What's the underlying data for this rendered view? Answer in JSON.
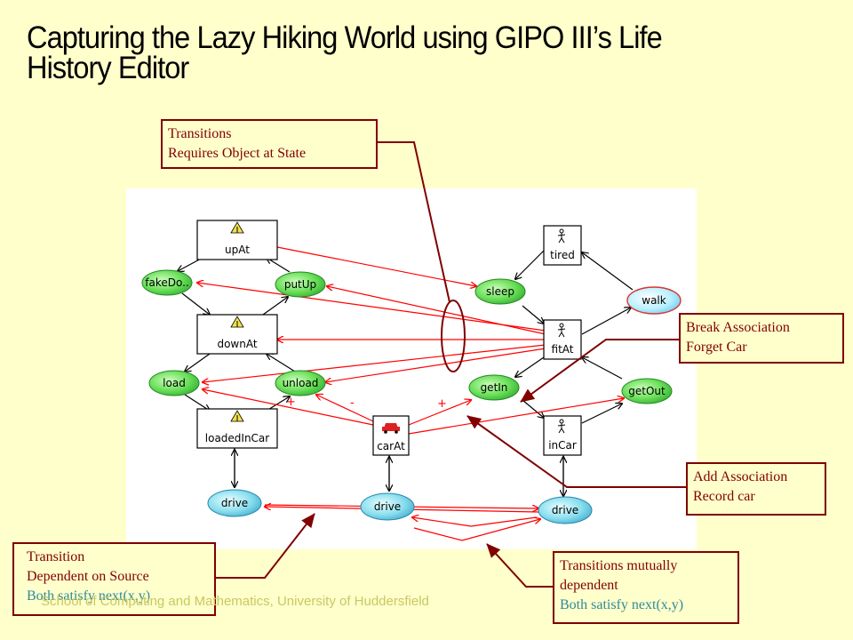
{
  "title": {
    "line1": "Capturing the Lazy Hiking World using GIPO III’s Life",
    "line2": "History Editor"
  },
  "footer": "School of Computing and Mathematics, University of Huddersfield",
  "callouts": {
    "transitions": [
      "Transitions",
      "Requires Object at State"
    ],
    "break": [
      "Break Association",
      "Forget Car"
    ],
    "add": [
      "Add Association",
      "Record car"
    ],
    "transition": [
      "Transition",
      "Dependent on Source",
      "Both satisfy next(x,y)"
    ],
    "mutual": [
      "Transitions mutually",
      "dependent",
      "Both satisfy next(x,y)"
    ]
  },
  "states": {
    "upAt": "upAt",
    "downAt": "downAt",
    "loadedInCar": "loadedInCar",
    "carAt": "carAt",
    "tired": "tired",
    "fitAt": "fitAt",
    "inCar": "inCar"
  },
  "transitions": {
    "fakeDo": "fakeDo..",
    "putUp": "putUp",
    "load": "load",
    "unload": "unload",
    "drive1": "drive",
    "drive2": "drive",
    "drive3": "drive",
    "sleep": "sleep",
    "walk": "walk",
    "getIn": "getIn",
    "getOut": "getOut"
  },
  "signs": {
    "plus1": "+",
    "minus": "-",
    "plus2": "+"
  },
  "icons": {
    "tent": "tent-icon",
    "hiker": "hiker-icon",
    "car": "car-icon"
  },
  "colors": {
    "background": "#ffffcc",
    "dependency": "#ff0000",
    "callout": "#800000",
    "node_fill": "#66dd55",
    "drive_fill": "#88ddee",
    "walk_fill": "#aaeeff"
  }
}
